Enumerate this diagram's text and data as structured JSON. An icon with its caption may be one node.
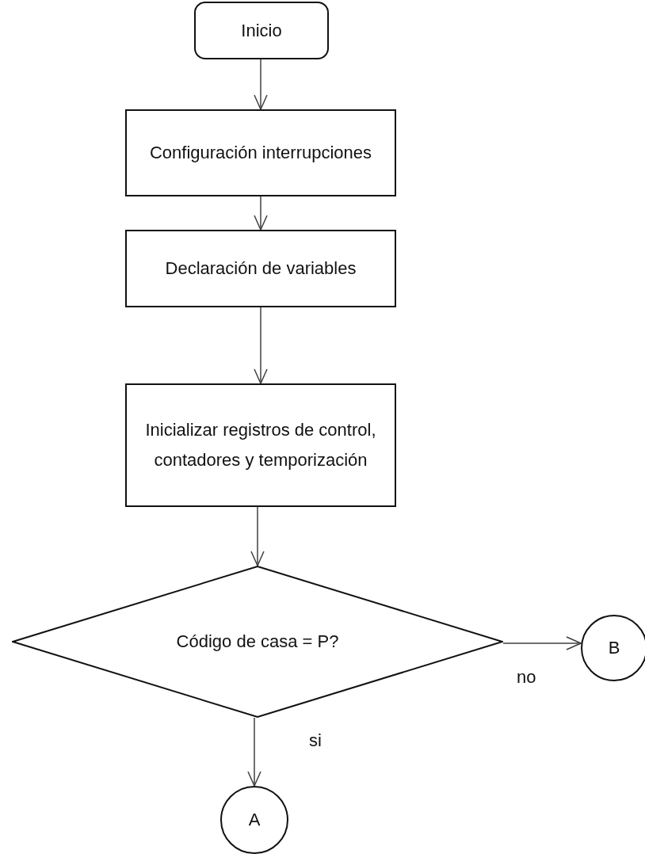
{
  "diagram": {
    "nodes": [
      {
        "text": [
          "Inicio"
        ]
      },
      {
        "text": [
          "Configuración interrupciones"
        ]
      },
      {
        "text": [
          "Declaración de variables"
        ]
      },
      {
        "text": [
          "Inicializar registros de control, contadores y temporización"
        ]
      },
      {
        "text": [
          "Código de casa = P?"
        ]
      },
      {
        "text": [
          "B"
        ]
      },
      {
        "text": [
          "A"
        ]
      }
    ],
    "edges": [
      {
        "from": 0,
        "to": 1,
        "arrow": "to"
      },
      {
        "from": 1,
        "to": 2,
        "arrow": "to"
      },
      {
        "from": 2,
        "to": 3,
        "arrow": "to"
      },
      {
        "from": 3,
        "to": 4,
        "arrow": "to"
      },
      {
        "from": 4,
        "to": 5,
        "arrow": "to",
        "label": "no"
      },
      {
        "from": 4,
        "to": 6,
        "arrow": "to",
        "label": "si"
      }
    ]
  }
}
